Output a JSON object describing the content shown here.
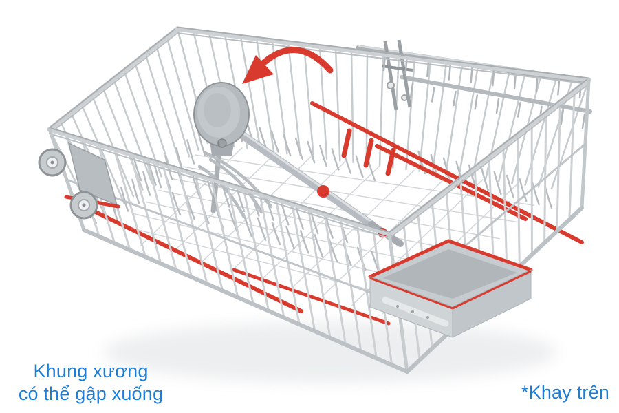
{
  "annotations": {
    "fold_frame": {
      "line1": "Khung xương",
      "line2": "có thể gập xuống"
    },
    "tray": {
      "label": "*Khay trên"
    }
  },
  "colors": {
    "label_blue": "#1d7ed9",
    "accent_red": "#d93a2e",
    "wire_gray": "#c6cbce",
    "background": "#ffffff"
  },
  "illustration": {
    "name": "dishwasher-upper-rack",
    "arrow": "fold-direction-arrow"
  }
}
